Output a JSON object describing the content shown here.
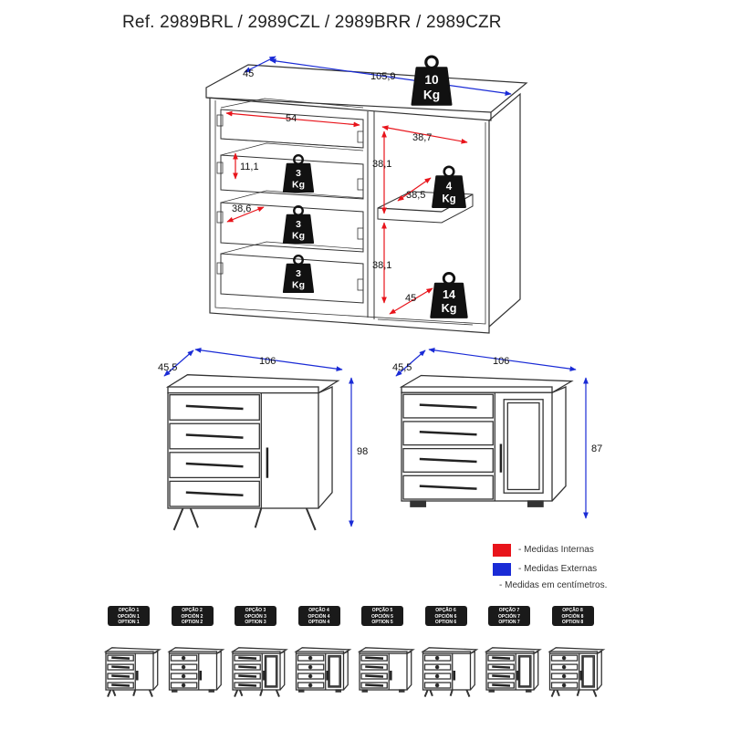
{
  "header": {
    "title": "Ref. 2989BRL / 2989CZL / 2989BRR / 2989CZR"
  },
  "top_view": {
    "depth": "45",
    "width": "105,9",
    "top_weight": {
      "value": "10",
      "unit": "Kg"
    },
    "drawer_inner_width": "54",
    "drawer_inner_height": "11,1",
    "drawer_inner_depth": "38,6",
    "drawer_weight": {
      "value": "3",
      "unit": "Kg"
    },
    "compartment_width": "38,7",
    "compartment_height_upper": "38,1",
    "compartment_height_lower": "38,1",
    "shelf_depth": "38,5",
    "shelf_weight": {
      "value": "4",
      "unit": "Kg"
    },
    "bottom_depth": "45",
    "bottom_weight": {
      "value": "14",
      "unit": "Kg"
    }
  },
  "left_view": {
    "depth": "45,5",
    "width": "106",
    "height": "98"
  },
  "right_view": {
    "depth": "45,5",
    "width": "106",
    "height": "87"
  },
  "legend": {
    "internal": {
      "label": "- Medidas Internas",
      "color": "#e8141b"
    },
    "external": {
      "label": "- Medidas Externas",
      "color": "#1a2bd6"
    },
    "note": "- Medidas em centímetros."
  },
  "colors": {
    "internal": "#e8141b",
    "external": "#1a2bd6"
  },
  "options": [
    {
      "l1": "OPÇÃO 1",
      "l2": "OPCIÓN 1",
      "l3": "OPTION 1",
      "legs": true,
      "glass": false,
      "handle": "bar"
    },
    {
      "l1": "OPÇÃO 2",
      "l2": "OPCIÓN 2",
      "l3": "OPTION 2",
      "legs": false,
      "glass": false,
      "handle": "knob"
    },
    {
      "l1": "OPÇÃO 3",
      "l2": "OPCIÓN 3",
      "l3": "OPTION 3",
      "legs": true,
      "glass": true,
      "handle": "bar"
    },
    {
      "l1": "OPÇÃO 4",
      "l2": "OPCIÓN 4",
      "l3": "OPTION 4",
      "legs": false,
      "glass": true,
      "handle": "knob"
    },
    {
      "l1": "OPÇÃO 5",
      "l2": "OPCIÓN 5",
      "l3": "OPTION 5",
      "legs": false,
      "glass": false,
      "handle": "bar"
    },
    {
      "l1": "OPÇÃO 6",
      "l2": "OPCIÓN 6",
      "l3": "OPTION 6",
      "legs": true,
      "glass": false,
      "handle": "knob"
    },
    {
      "l1": "OPÇÃO 7",
      "l2": "OPCIÓN 7",
      "l3": "OPTION 7",
      "legs": false,
      "glass": true,
      "handle": "bar"
    },
    {
      "l1": "OPÇÃO 8",
      "l2": "OPCIÓN 8",
      "l3": "OPTION 8",
      "legs": true,
      "glass": true,
      "handle": "knob"
    }
  ]
}
